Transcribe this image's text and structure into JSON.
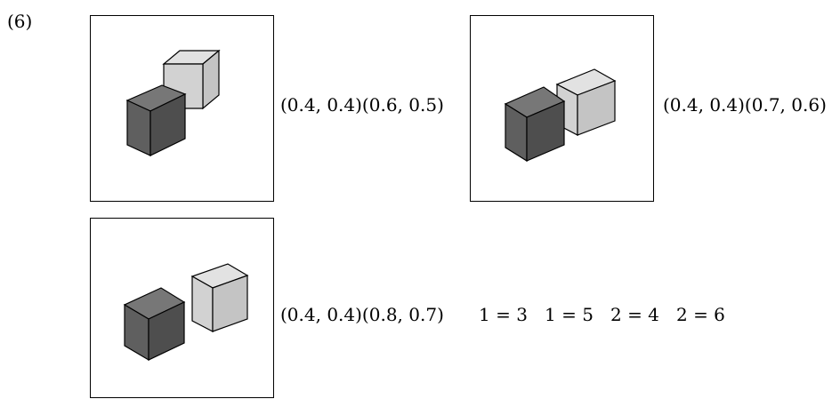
{
  "problem_number": "(6)",
  "panels": [
    {
      "caption": "(0.4, 0.4)(0.6, 0.5)"
    },
    {
      "caption": "(0.4, 0.4)(0.7, 0.6)"
    },
    {
      "caption": "(0.4, 0.4)(0.8, 0.7)"
    }
  ],
  "relations": "1 = 3   1 = 5   2 = 4   2 = 6",
  "colors": {
    "dark_cube_front": "#5f5f5f",
    "dark_cube_top": "#777777",
    "dark_cube_side": "#4e4e4e",
    "light_cube_front": "#d2d2d2",
    "light_cube_top": "#e2e2e2",
    "light_cube_side": "#c4c4c4"
  }
}
